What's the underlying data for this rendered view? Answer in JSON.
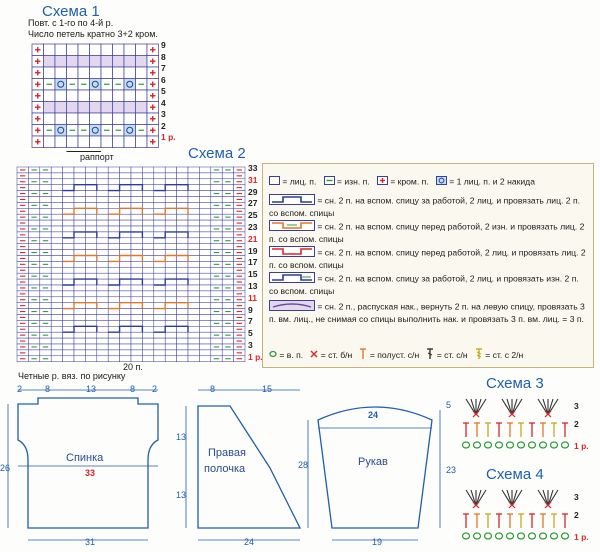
{
  "scheme1": {
    "title": "Схема 1",
    "note1": "Повт. с 1-го по 4-й р.",
    "note2": "Число петель кратно 3+2 кром.",
    "rows": [
      "9",
      "8",
      "7",
      "6",
      "5",
      "4",
      "3",
      "2",
      "1 р."
    ],
    "repeat_label": "раппорт"
  },
  "scheme2": {
    "title": "Схема 2",
    "rows": [
      "33",
      "31",
      "29",
      "27",
      "25",
      "23",
      "21",
      "19",
      "17",
      "15",
      "13",
      "11",
      "9",
      "7",
      "5",
      "3",
      "1 р."
    ],
    "bottom_label": "20 п.",
    "even_rows_note": "Четные р. вяз. по рисунку"
  },
  "legend": {
    "knit": "= лиц. п.",
    "purl": "= изн. п.",
    "edge": "= кром. п.",
    "knit2yo": "= 1 лиц. п. и 2 накида",
    "cable1": "= сн. 2 п. на вспом. спицу за работой, 2 лиц. и провязать лиц. 2 п. со вспом. спицы",
    "cable2": "= сн. 2 п. на вспом. спицу перед работой, 2 изн. и провязать лиц. 2 п. со вспом. спицы",
    "cable3": "= сн. 2 п. на вспом. спицу перед работой, 2 лиц. и провязать лиц. 2 п. со вспом. спицы",
    "cable4": "= сн. 2 п. на вспом. спицу за работой, 2 лиц. и провязать изн. 2 п. со вспом. спицы",
    "cable5": "= сн. 2 п., распуская нак., вернуть 2 п. на левую спицу, провязать 3 п. вм. лиц., не снимая со спицы выполнить нак. и провязать 3 п. вм. лиц. = 3 п.",
    "ch": "= в. п.",
    "sc": "= ст. б/н",
    "hdc": "= полуст. с/н",
    "dc": "= ст. с/н",
    "dc2": "= ст. с 2/н"
  },
  "back": {
    "label": "Спинка",
    "top_dims": [
      "2",
      "8",
      "13",
      "8",
      "2"
    ],
    "width_label": "33",
    "bottom_label": "31",
    "height_left": "26"
  },
  "front": {
    "label_line1": "Правая",
    "label_line2": "полочка",
    "top_dims": [
      "8",
      "15"
    ],
    "height_top": "13",
    "height_bottom": "13",
    "bottom_label": "24"
  },
  "sleeve": {
    "label": "Рукав",
    "top_label": "24",
    "height_left": "28",
    "height_right_top": "5",
    "height_right": "23",
    "bottom_label": "19"
  },
  "scheme3": {
    "title": "Схема 3",
    "rows": [
      "3",
      "2",
      "1 р."
    ]
  },
  "scheme4": {
    "title": "Схема 4",
    "rows": [
      "3",
      "2",
      "1 р."
    ]
  },
  "colors": {
    "grid": "#3d3d9a",
    "edge": "#d8262a",
    "purl": "#2e9b3c",
    "cable_blue": "#2c3b9c",
    "cable_orange": "#e2772a",
    "title": "#1f5fb0"
  }
}
